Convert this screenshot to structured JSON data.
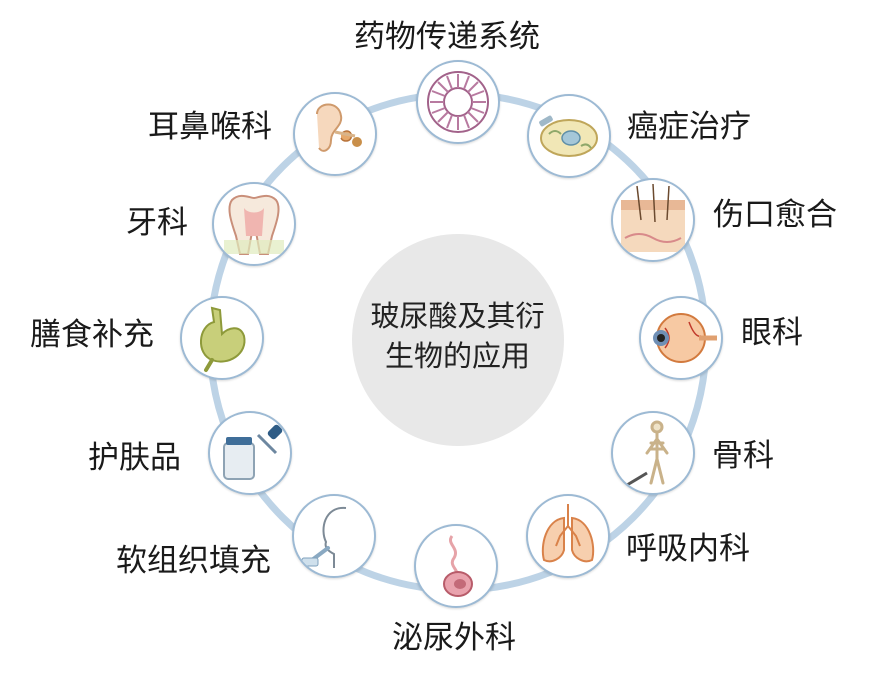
{
  "center": {
    "line1": "玻尿酸及其衍",
    "line2": "生物的应用"
  },
  "nodes": [
    {
      "label": "药物传递系统",
      "icon": "liposome-icon"
    },
    {
      "label": "癌症治疗",
      "icon": "cancer-cell-icon"
    },
    {
      "label": "伤口愈合",
      "icon": "skin-layer-icon"
    },
    {
      "label": "眼科",
      "icon": "eye-icon"
    },
    {
      "label": "骨科",
      "icon": "skeleton-icon"
    },
    {
      "label": "呼吸内科",
      "icon": "lungs-icon"
    },
    {
      "label": "泌尿外科",
      "icon": "kidney-icon"
    },
    {
      "label": "软组织填充",
      "icon": "face-injection-icon"
    },
    {
      "label": "护肤品",
      "icon": "serum-jar-icon"
    },
    {
      "label": "膳食补充",
      "icon": "stomach-icon"
    },
    {
      "label": "牙科",
      "icon": "tooth-icon"
    },
    {
      "label": "耳鼻喉科",
      "icon": "ear-icon"
    }
  ],
  "colors": {
    "ring": "#bdd3e6",
    "center_disc": "#e8e8e8",
    "node_border": "#9dbad4"
  }
}
